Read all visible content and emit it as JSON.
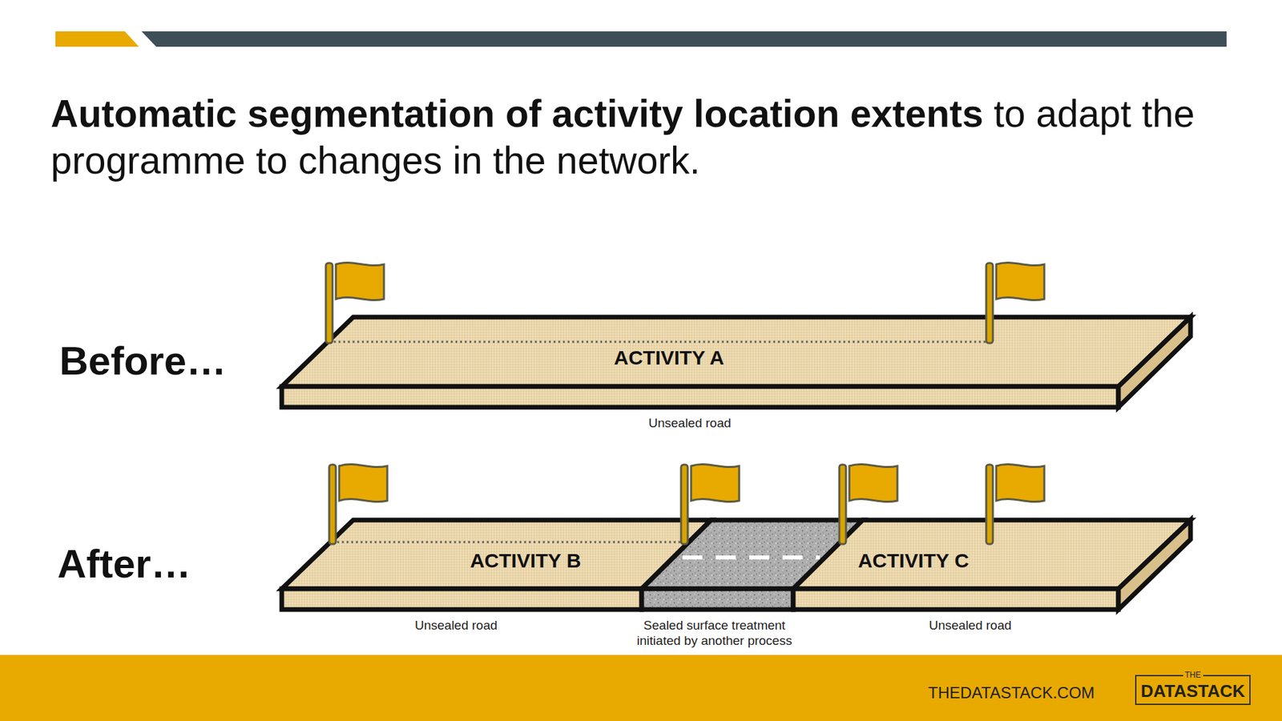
{
  "diagram": {
    "title": "Automatic segmentation of activity location extents",
    "nodes": [
      {
        "text": [
          "ACTIVITY A",
          "Unsealed road"
        ]
      },
      {
        "text": [
          "ACTIVITY B",
          "Unsealed road"
        ]
      },
      {
        "text": [
          "Sealed surface treatment initiated by another process"
        ]
      },
      {
        "text": [
          "ACTIVITY C",
          "Unsealed road"
        ]
      },
      {
        "text": [
          "THE",
          "DATASTACK"
        ]
      }
    ],
    "labels": [
      "to adapt the programme to changes in the network.",
      "Before…",
      "After…",
      "THEDATASTACK.COM"
    ]
  }
}
